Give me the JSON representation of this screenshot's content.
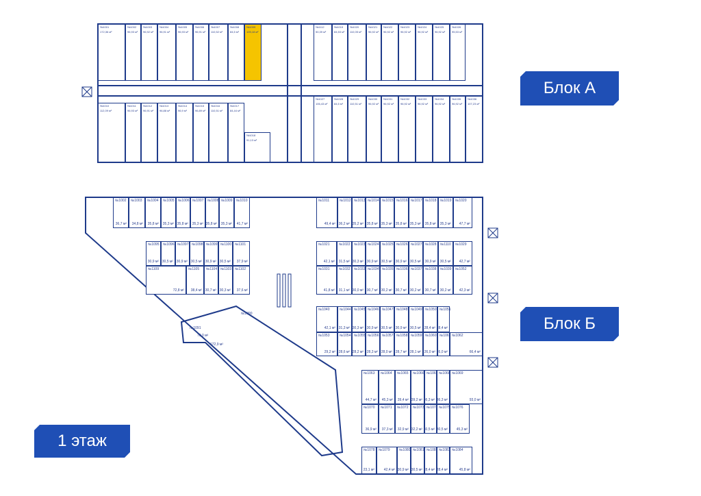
{
  "labels": {
    "block_a": "Блок А",
    "block_b": "Блок Б",
    "floor": "1 этаж"
  },
  "colors": {
    "wall": "#1e3a8a",
    "tag": "#1f4fb5",
    "highlight": "#f5c400"
  },
  "highlighted_unit": "№1009",
  "block_a": {
    "top_left": [
      {
        "n": "№1001",
        "a": "172,36 м²"
      },
      {
        "n": "№1002",
        "a": "96,93 м²"
      },
      {
        "n": "№1003",
        "a": "96,92 м²"
      },
      {
        "n": "№1004",
        "a": "96,91 м²"
      },
      {
        "n": "№1005",
        "a": "96,93 м²"
      },
      {
        "n": "№1006",
        "a": "96,91 м²"
      },
      {
        "n": "№1007",
        "a": "110,52 м²"
      },
      {
        "n": "№1008",
        "a": "84,5 м²"
      },
      {
        "n": "№1009",
        "a": "105,18 м²"
      }
    ],
    "top_right": [
      {
        "n": "№1112",
        "a": "50,39 м²"
      },
      {
        "n": "№1019",
        "a": "84,53 м²"
      },
      {
        "n": "№1020",
        "a": "110,05 м²"
      },
      {
        "n": "№1021",
        "a": "96,92 м²"
      },
      {
        "n": "№1022",
        "a": "96,92 м²"
      },
      {
        "n": "№1023",
        "a": "96,92 м²"
      },
      {
        "n": "№1024",
        "a": "96,92 м²"
      },
      {
        "n": "№1025",
        "a": "96,92 м²"
      },
      {
        "n": "№1026",
        "a": "95,53 м²"
      }
    ],
    "bottom_left": [
      {
        "n": "№1010",
        "a": "112,09 м²"
      },
      {
        "n": "№1011",
        "a": "96,93 м²"
      },
      {
        "n": "№1012",
        "a": "96,91 м²"
      },
      {
        "n": "№1013",
        "a": "96,88 м²"
      },
      {
        "n": "№1014",
        "a": "96,9 м²"
      },
      {
        "n": "№1015",
        "a": "96,89 м²"
      },
      {
        "n": "№1016",
        "a": "110,51 м²"
      },
      {
        "n": "№1017",
        "a": "84,44 м²"
      },
      {
        "n": "№1018",
        "a": "91,13 м²"
      }
    ],
    "bottom_right": [
      {
        "n": "№1027",
        "a": "106,43 м²"
      },
      {
        "n": "№1028",
        "a": "84,5 м²"
      },
      {
        "n": "№1029",
        "a": "110,51 м²"
      },
      {
        "n": "№1030",
        "a": "96,92 м²"
      },
      {
        "n": "№1031",
        "a": "96,92 м²"
      },
      {
        "n": "№1032",
        "a": "96,92 м²"
      },
      {
        "n": "№1033",
        "a": "96,92 м²"
      },
      {
        "n": "№1034",
        "a": "96,92 м²"
      },
      {
        "n": "№1035",
        "a": "96,92 м²"
      },
      {
        "n": "№1036",
        "a": "107,23 м²"
      }
    ]
  },
  "block_b": {
    "top_left": [
      {
        "n": "№1002",
        "a": "36,7 м²"
      },
      {
        "n": "№1003",
        "a": "34,8 м²"
      },
      {
        "n": "№1004",
        "a": "35,8 м²"
      },
      {
        "n": "№1005",
        "a": "35,3 м²"
      },
      {
        "n": "№1006",
        "a": "35,8 м²"
      },
      {
        "n": "№1007",
        "a": "35,3 м²"
      },
      {
        "n": "№1008",
        "a": "35,8 м²"
      },
      {
        "n": "№1009",
        "a": "35,3 м²"
      },
      {
        "n": "№1010",
        "a": "41,7 м²"
      }
    ],
    "top_right": [
      {
        "n": "№1011",
        "a": "49,4 м²"
      },
      {
        "n": "№1012",
        "a": "36,2 м²"
      },
      {
        "n": "№1013",
        "a": "35,2 м²"
      },
      {
        "n": "№1014",
        "a": "35,8 м²"
      },
      {
        "n": "№1015",
        "a": "35,3 м²"
      },
      {
        "n": "№1016",
        "a": "35,8 м²"
      },
      {
        "n": "№1017",
        "a": "35,3 м²"
      },
      {
        "n": "№1018",
        "a": "35,8 м²"
      },
      {
        "n": "№1019",
        "a": "35,3 м²"
      },
      {
        "n": "№1020",
        "a": "47,7 м²"
      }
    ],
    "mid_left_1": [
      {
        "n": "№1095",
        "a": "30,9 м²"
      },
      {
        "n": "№1096",
        "a": "30,5 м²"
      },
      {
        "n": "№1097",
        "a": "30,9 м²"
      },
      {
        "n": "№1098",
        "a": "30,5 м²"
      },
      {
        "n": "№1099",
        "a": "30,9 м²"
      },
      {
        "n": "№1100",
        "a": "30,5 м²"
      },
      {
        "n": "№1101",
        "a": "37,9 м²"
      }
    ],
    "mid_left_2": [
      {
        "n": "№1109",
        "a": "72,8 м²"
      },
      {
        "n": "№1105",
        "a": "38,4 м²"
      },
      {
        "n": "№1104",
        "a": "30,7 м²"
      },
      {
        "n": "№1103",
        "a": "30,3 м²"
      },
      {
        "n": "№1102",
        "a": "37,6 м²"
      }
    ],
    "mid_right_1": [
      {
        "n": "№1021",
        "a": "42,1 м²"
      },
      {
        "n": "№1022",
        "a": "31,5 м²"
      },
      {
        "n": "№1023",
        "a": "30,3 м²"
      },
      {
        "n": "№1024",
        "a": "30,9 м²"
      },
      {
        "n": "№1025",
        "a": "30,5 м²"
      },
      {
        "n": "№1026",
        "a": "30,9 м²"
      },
      {
        "n": "№1027",
        "a": "30,5 м²"
      },
      {
        "n": "№1028",
        "a": "30,9 м²"
      },
      {
        "n": "№1110",
        "a": "30,5 м²"
      },
      {
        "n": "№1029",
        "a": "42,7 м²"
      }
    ],
    "mid_right_2": [
      {
        "n": "№1031",
        "a": "41,8 м²"
      },
      {
        "n": "№1032",
        "a": "31,1 м²"
      },
      {
        "n": "№1033",
        "a": "30,0 м²"
      },
      {
        "n": "№1034",
        "a": "30,7 м²"
      },
      {
        "n": "№1035",
        "a": "30,2 м²"
      },
      {
        "n": "№1036",
        "a": "30,7 м²"
      },
      {
        "n": "№1037",
        "a": "30,2 м²"
      },
      {
        "n": "№1038",
        "a": "30,7 м²"
      },
      {
        "n": "№1039",
        "a": "30,2 м²"
      },
      {
        "n": "№1052",
        "a": "42,3 м²"
      }
    ],
    "row_3": [
      {
        "n": "№1040",
        "a": "42,1 м²"
      },
      {
        "n": "№1044",
        "a": "31,3 м²"
      },
      {
        "n": "№1045",
        "a": "30,3 м²"
      },
      {
        "n": "№1046",
        "a": "30,9 м²"
      },
      {
        "n": "№1047",
        "a": "30,5 м²"
      },
      {
        "n": "№1048",
        "a": "30,9 м²"
      },
      {
        "n": "№1049",
        "a": "30,5 м²"
      },
      {
        "n": "№1050",
        "a": "28,4 м²"
      },
      {
        "n": "№1051",
        "a": "28,4 м²"
      }
    ],
    "row_4": [
      {
        "n": "№1053",
        "a": "29,2 м²"
      },
      {
        "n": "№1054",
        "a": "28,6 м²"
      },
      {
        "n": "№1055",
        "a": "28,2 м²"
      },
      {
        "n": "№1056",
        "a": "28,3 м²"
      },
      {
        "n": "№1057",
        "a": "28,0 м²"
      },
      {
        "n": "№1058",
        "a": "28,7 м²"
      },
      {
        "n": "№1059",
        "a": "28,1 м²"
      },
      {
        "n": "№1060",
        "a": "26,0 м²"
      },
      {
        "n": "№1061",
        "a": "26,0 м²"
      },
      {
        "n": "№1062",
        "a": "66,4 м²"
      }
    ],
    "row_5": [
      {
        "n": "№1063",
        "a": "44,7 м²"
      },
      {
        "n": "№1064",
        "a": "45,3 м²"
      },
      {
        "n": "№1065",
        "a": "39,4 м²"
      },
      {
        "n": "№1066",
        "a": "39,2 м²"
      },
      {
        "n": "№1067",
        "a": "36,3 м²"
      },
      {
        "n": "№1068",
        "a": "36,3 м²"
      },
      {
        "n": "№1069",
        "a": "93,0 м²"
      }
    ],
    "row_6": [
      {
        "n": "№1070",
        "a": "36,9 м²"
      },
      {
        "n": "№1071",
        "a": "37,3 м²"
      },
      {
        "n": "№1072",
        "a": "32,9 м²"
      },
      {
        "n": "№1073",
        "a": "32,2 м²"
      },
      {
        "n": "№1074",
        "a": "30,5 м²"
      },
      {
        "n": "№1075",
        "a": "30,5 м²"
      },
      {
        "n": "№1076",
        "a": "45,3 м²"
      }
    ],
    "row_7": [
      {
        "n": "№1078",
        "a": "23,1 м²"
      },
      {
        "n": "№1079",
        "a": "42,4 м²"
      },
      {
        "n": "№1080",
        "a": "30,9 м²"
      },
      {
        "n": "№1081",
        "a": "30,5 м²"
      },
      {
        "n": "№1082",
        "a": "28,4 м²"
      },
      {
        "n": "№1083",
        "a": "28,4 м²"
      },
      {
        "n": "№1084",
        "a": "45,8 м²"
      }
    ],
    "large": [
      {
        "n": "№1091",
        "a": "70,0 м²"
      },
      {
        "n": "№1090",
        "a": "672,9 м²"
      }
    ]
  }
}
